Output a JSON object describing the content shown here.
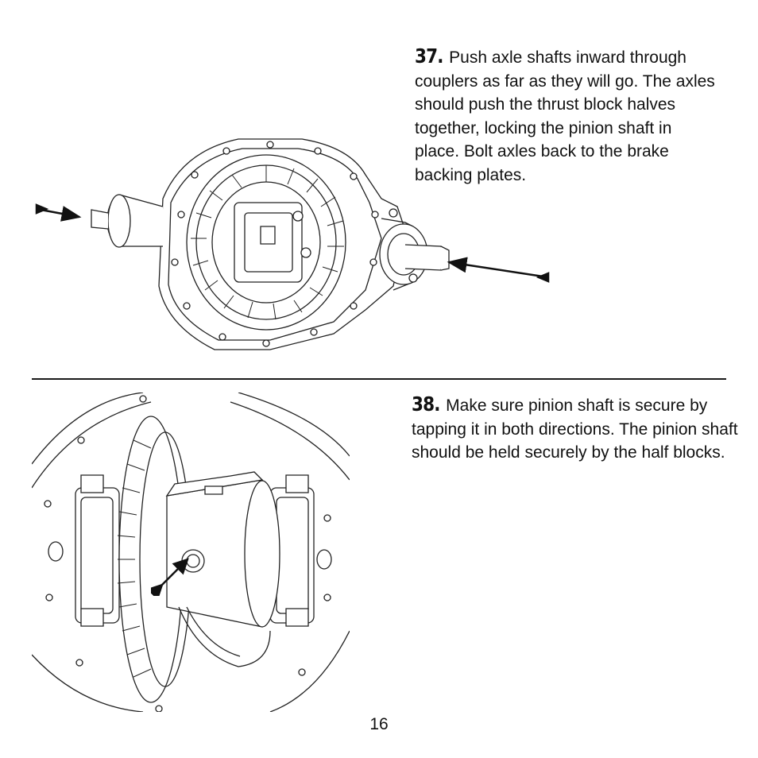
{
  "steps": [
    {
      "number": "37.",
      "text": "Push axle shafts inward through couplers as far as they will go.  The axles should push the thrust block halves together, locking the pinion shaft in place. Bolt axles back to the brake backing plates."
    },
    {
      "number": "38.",
      "text": "Make sure pinion shaft is secure by tapping it in both directions.  The pinion shaft should be held securely by the half blocks."
    }
  ],
  "page_number": "16",
  "icons": [
    "axle-inward-arrow-icon",
    "pinion-tap-double-arrow-icon"
  ]
}
